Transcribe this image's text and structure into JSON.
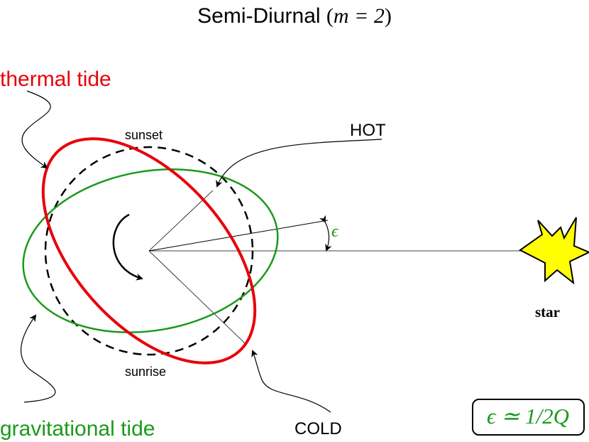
{
  "title": {
    "text": "Semi-Diurnal",
    "paren_open": "(",
    "math": "m = 2",
    "paren_close": ")"
  },
  "labels": {
    "thermal_tide": "thermal tide",
    "gravitational_tide": "gravitational tide",
    "sunset": "sunset",
    "sunrise": "sunrise",
    "hot": "HOT",
    "cold": "COLD",
    "star": "star",
    "epsilon": "ϵ",
    "formula": "ϵ ≃ 1/2Q"
  },
  "colors": {
    "thermal": "#e8000b",
    "gravitational": "#1a9a1a",
    "dashed": "#000000",
    "star_fill": "#ffff00",
    "formula_text": "#1a9a1a"
  }
}
